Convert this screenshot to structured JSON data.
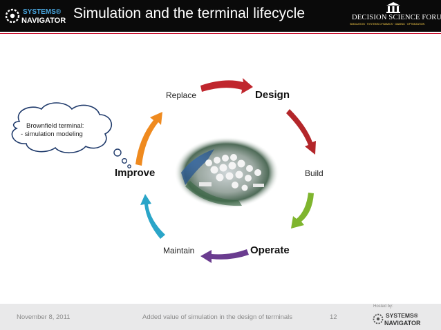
{
  "header": {
    "logo_top": "SYSTEMS®",
    "logo_bottom": "NAVIGATOR",
    "title": "Simulation and the terminal lifecycle",
    "forum_name": "DECISION SCIENCE FORUM",
    "forum_sub": "SIMULATION · SYSTEMS DYNAMICS · GAMING · OPTIMIZATION"
  },
  "cycle": {
    "replace": "Replace",
    "design": "Design",
    "build": "Build",
    "operate": "Operate",
    "maintain": "Maintain",
    "improve": "Improve"
  },
  "cloud": {
    "line1": "Brownfield terminal:",
    "line2": "- simulation modeling"
  },
  "colors": {
    "arrow_top": "#c0262d",
    "arrow_right": "#b3262a",
    "arrow_bottom_right": "#7fb52e",
    "arrow_bottom": "#6a3c8f",
    "arrow_left": "#2aa5c8",
    "arrow_top_left": "#ef8a1f"
  },
  "footer": {
    "date": "November 8, 2011",
    "center": "Added value of simulation in the design of terminals",
    "page": "12",
    "hosted_by": "Hosted by:",
    "logo_top": "SYSTEMS®",
    "logo_bottom": "NAVIGATOR"
  }
}
